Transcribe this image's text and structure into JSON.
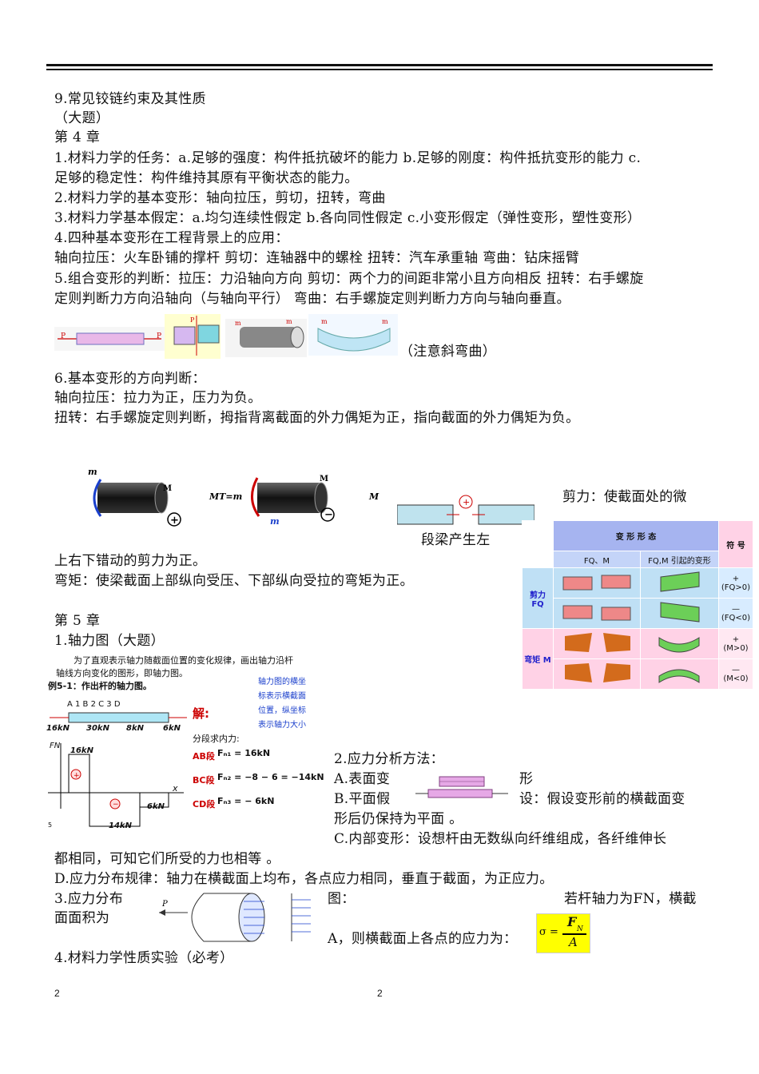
{
  "lines": {
    "l1": "9.常见铰链约束及其性质",
    "l2": "（大题）",
    "l3": "第 4 章",
    "l4": "1.材料力学的任务：a.足够的强度：构件抵抗破坏的能力 b.足够的刚度：构件抵抗变形的能力 c.",
    "l5": "足够的稳定性：构件维持其原有平衡状态的能力。",
    "l6": "2.材料力学的基本变形：轴向拉压，剪切，扭转，弯曲",
    "l7": "3.材料力学基本假定：a.均匀连续性假定 b.各向同性假定 c.小变形假定（弹性变形，塑性变形）",
    "l8": "4.四种基本变形在工程背景上的应用：",
    "l9": "轴向拉压：火车卧铺的撑杆   剪切：连轴器中的螺栓   扭转：汽车承重轴   弯曲：钻床摇臂",
    "l10": "5.组合变形的判断：拉压：力沿轴向方向 剪切：两个力的间距非常小且方向相反 扭转：右手螺旋",
    "l11": "定则判断力方向沿轴向（与轴向平行）   弯曲：右手螺旋定则判断力方向与轴向垂直。",
    "l12": "（注意斜弯曲）",
    "l13": "6.基本变形的方向判断：",
    "l14": "轴向拉压：拉力为正，压力为负。",
    "l15": "扭转：右手螺旋定则判断，拇指背离截面的外力偶矩为正，指向截面的外力偶矩为负。",
    "l16": "剪力：使截面处的微",
    "l17": "段梁产生左",
    "l18": "上右下错动的剪力为正。",
    "l19": "弯矩：使梁截面上部纵向受压、下部纵向受拉的弯矩为正。",
    "l20": "第 5 章",
    "l21": "1.轴力图（大题）",
    "l22": "2.应力分析方法：",
    "l23a": "A.表面变",
    "l23b": "形",
    "l24a": "B.平面假",
    "l24b": "设：假设变形前的横截面变",
    "l25": "形后仍保持为平面 。",
    "l26": "C.内部变形：设想杆由无数纵向纤维组成，各纤维伸长",
    "l27": "都相同，可知它们所受的力也相等 。",
    "l28": "D.应力分布规律：轴力在横截面上均布，各点应力相同，垂直于截面，为正应力。",
    "l29a": "3.应力分布",
    "l29b": "图：",
    "l29c": "若杆轴力为FN，横截",
    "l30": "面面积为",
    "l31": "A，则横截面上各点的应力为：",
    "l32": "4.材料力学性质实验（必考）"
  },
  "axial_fig": {
    "intro1": "为了直观表示轴力随截面位置的变化规律，画出轴力沿杆",
    "intro2": "轴线方向变化的图形，即轴力图。",
    "example": "例5-1：作出杆的轴力图。",
    "note": [
      "轴力图的横坐",
      "标表示横截面",
      "位置，纵坐标",
      "表示轴力大小"
    ],
    "solve": "解:",
    "seg": "分段求内力:",
    "ab": "AB段",
    "bc": "BC段",
    "cd": "CD段",
    "fn1": "Fₙ₁ = 16kN",
    "fn2": "Fₙ₂ = −8 − 6 = −14kN",
    "fn3": "Fₙ₃ = − 6kN",
    "v16": "16kN",
    "v14": "14kN",
    "v6": "6kN",
    "f30": "30kN",
    "f8": "8kN",
    "pts": "A  1  B     2   C  3   D",
    "fn": "FN",
    "x": "x",
    "five": "5"
  },
  "table": {
    "h1": "变  形  形  态",
    "h2": "符 号",
    "s1": "FQ、M",
    "s2": "FQ,M 引起的变形",
    "r1": "剪力 FQ",
    "r2": "弯矩 M",
    "sg1": "+ (FQ>0)",
    "sg2": "— (FQ<0)",
    "sg3": "+ (M>0)",
    "sg4": "— (M<0)"
  },
  "formula": {
    "sigma": "σ =",
    "num": "F",
    "den": "A",
    "sub": "N"
  },
  "torsion": {
    "m": "m",
    "mt": "MT",
    "eq": "MT=m",
    "plus": "+",
    "minus": "−"
  },
  "page_numbers": {
    "left": "2",
    "right": "2"
  },
  "colors": {
    "blue": "#1a3fcc",
    "pink": "#d77ad3",
    "cyan": "#5fd3d3",
    "yellow": "#ffff00"
  }
}
